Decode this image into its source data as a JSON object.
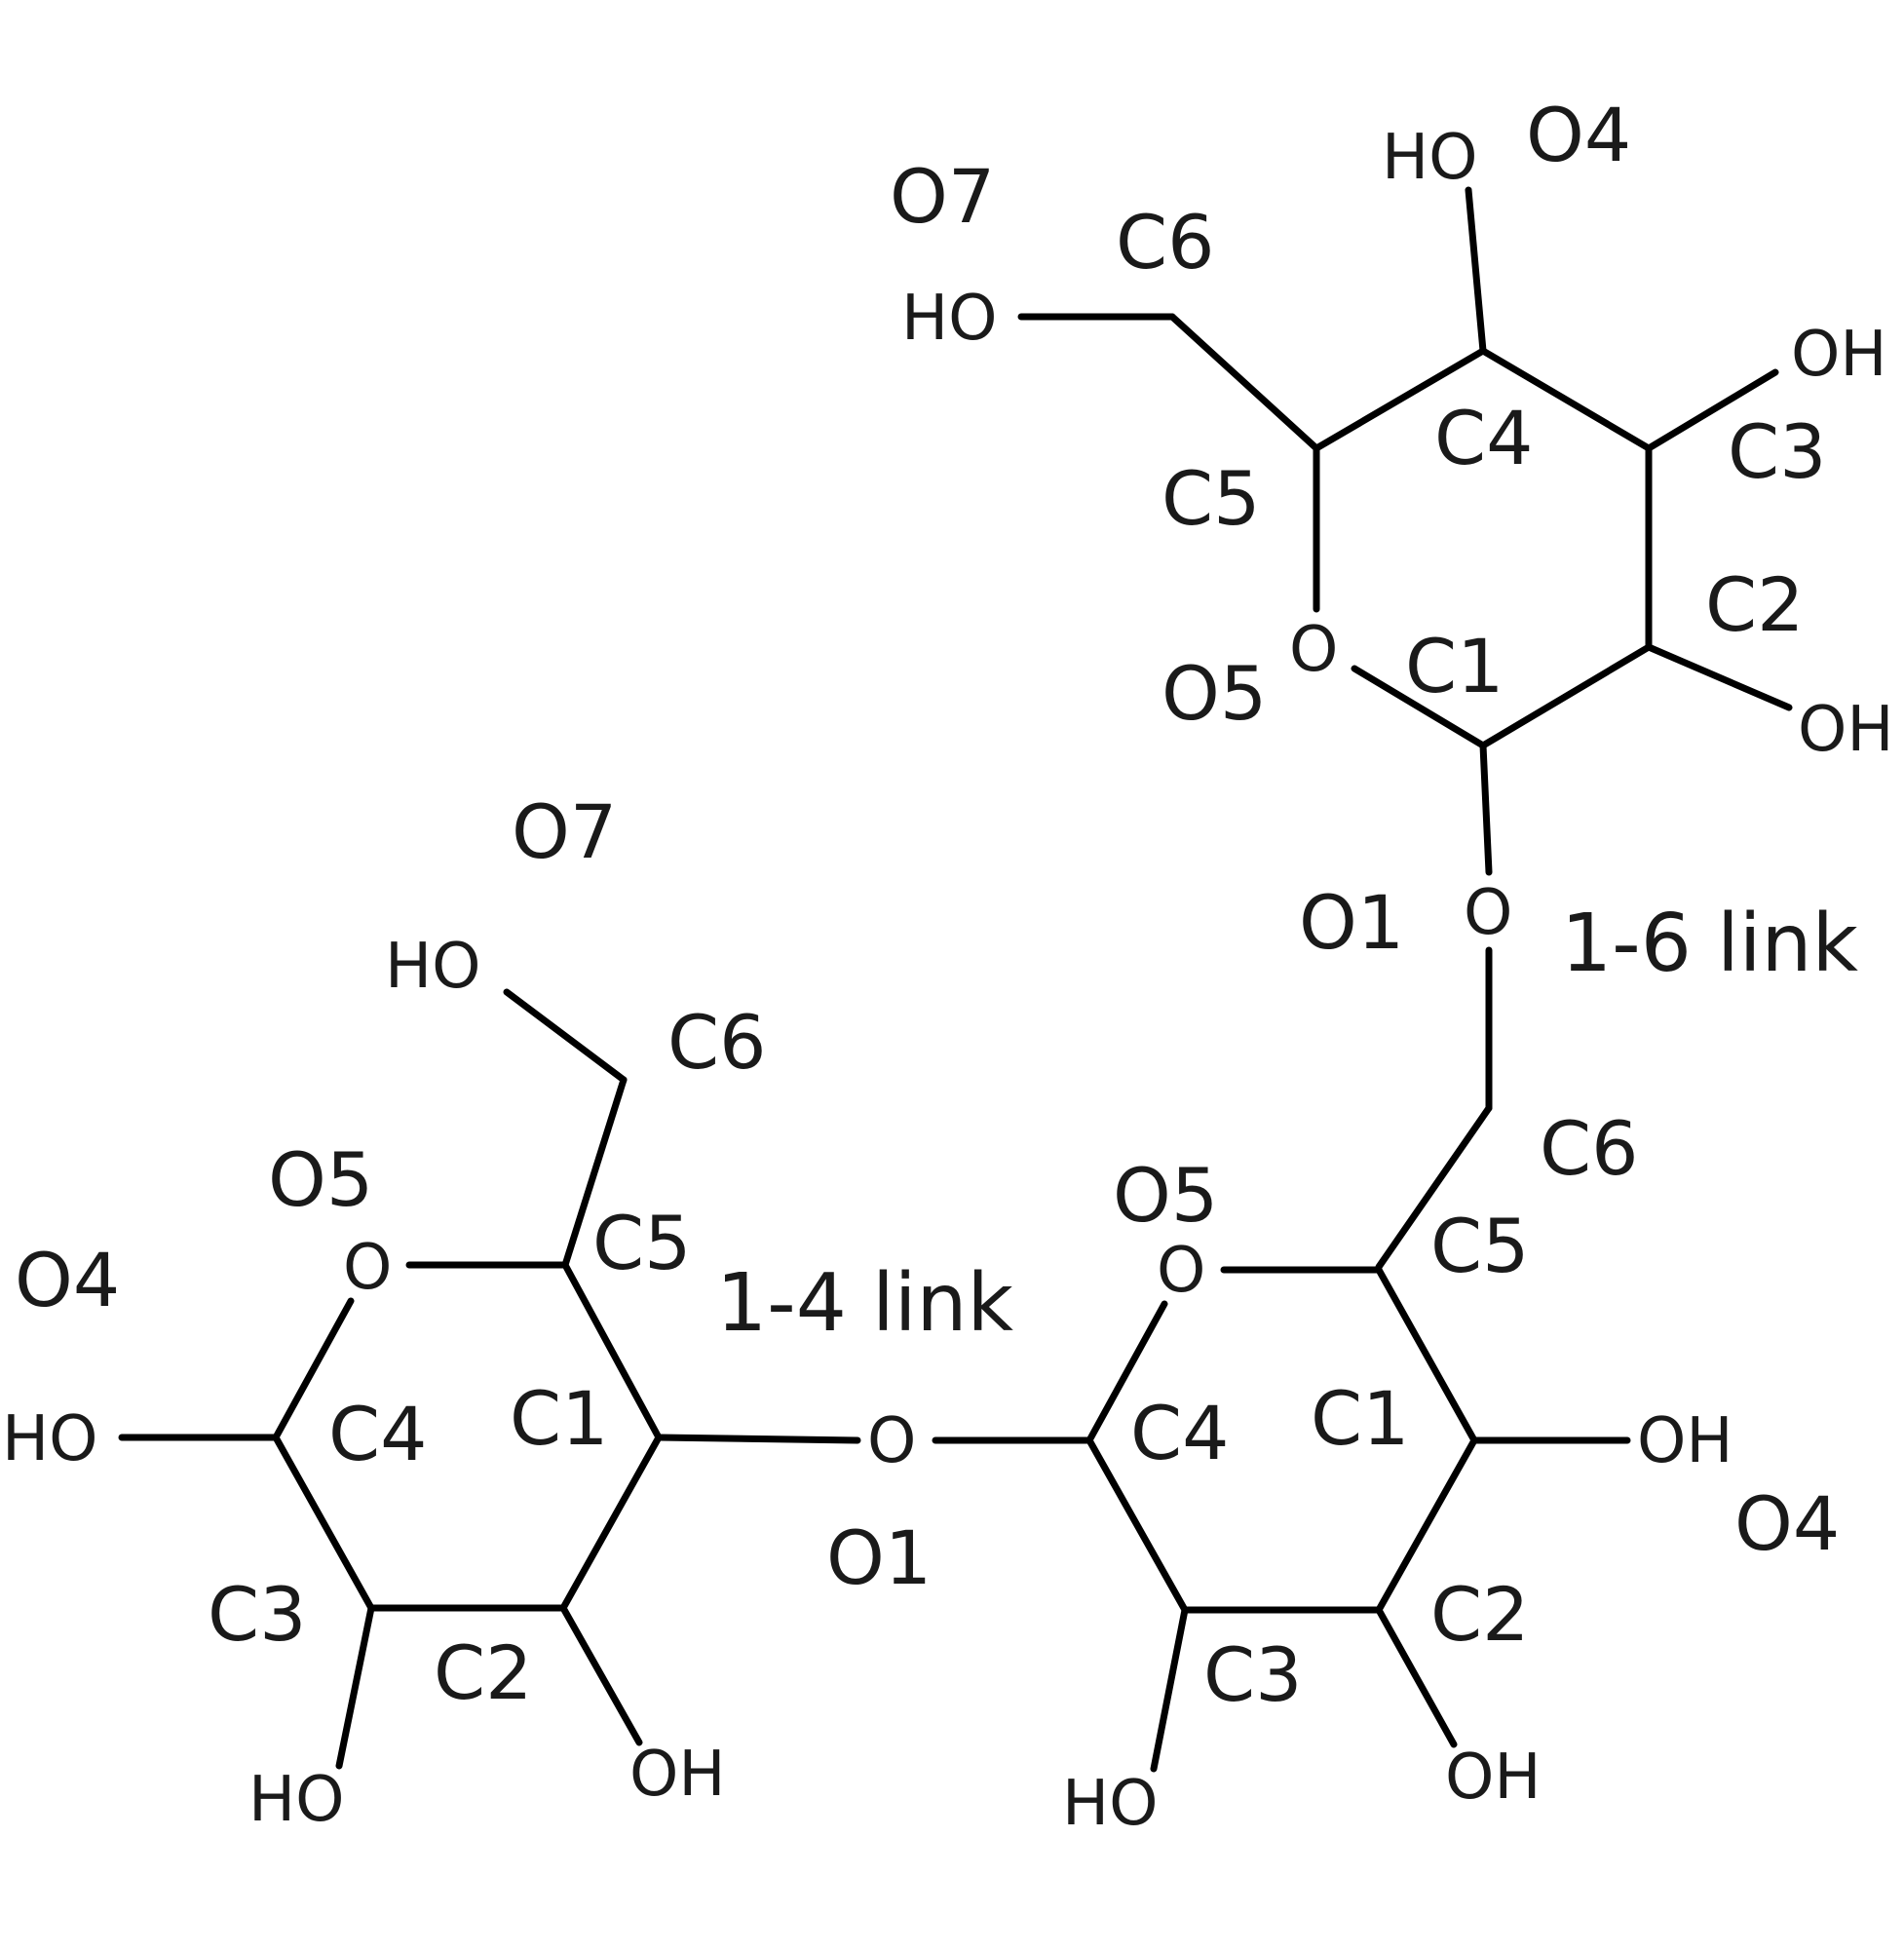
{
  "labels": {
    "top_ring": {
      "hydroxyl_c6": "HO",
      "o7": "O7",
      "c6": "C6",
      "hydroxyl_c4": "HO",
      "o4": "O4",
      "c4": "C4",
      "hydroxyl_c3": "OH",
      "c3": "C3",
      "c5": "C5",
      "ring_oxygen": "O",
      "o5": "O5",
      "c1": "C1",
      "c2": "C2",
      "hydroxyl_c2": "OH"
    },
    "link_1_6": {
      "oxygen": "O",
      "o1": "O1",
      "text": "1-6 link",
      "c6": "C6"
    },
    "left_ring": {
      "o7": "O7",
      "hydroxyl_c6": "HO",
      "c6": "C6",
      "o5": "O5",
      "ring_oxygen": "O",
      "c5": "C5",
      "o4": "O4",
      "hydroxyl_c4": "HO",
      "c4": "C4",
      "c1": "C1",
      "c3": "C3",
      "c2": "C2",
      "hydroxyl_c3": "HO",
      "hydroxyl_c2": "OH"
    },
    "link_1_4": {
      "text": "1-4 link",
      "oxygen": "O",
      "o1": "O1"
    },
    "right_ring": {
      "o5": "O5",
      "ring_oxygen": "O",
      "c5": "C5",
      "c4": "C4",
      "c1": "C1",
      "hydroxyl_c1": "OH",
      "o4": "O4",
      "c3": "C3",
      "c2": "C2",
      "hydroxyl_c3": "HO",
      "hydroxyl_c2": "OH"
    }
  },
  "colors": {
    "bond": "#000000",
    "text": "#1a1a1a",
    "background": "#ffffff"
  }
}
